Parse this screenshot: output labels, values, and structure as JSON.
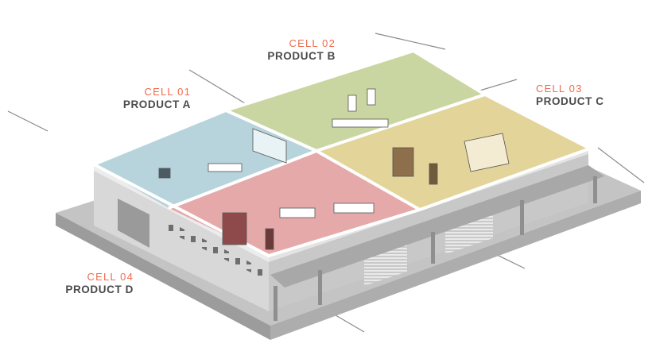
{
  "cells": [
    {
      "id": "cell-01",
      "cell_label": "CELL 01",
      "product_label": "PRODUCT A",
      "color": "#b7d3db"
    },
    {
      "id": "cell-02",
      "cell_label": "CELL 02",
      "product_label": "PRODUCT B",
      "color": "#c9d6a1"
    },
    {
      "id": "cell-03",
      "cell_label": "CELL 03",
      "product_label": "PRODUCT C",
      "color": "#e3d49a"
    },
    {
      "id": "cell-04",
      "cell_label": "CELL 04",
      "product_label": "PRODUCT D",
      "color": "#e6a9a9"
    }
  ],
  "colors": {
    "label_accent": "#ee6b4d",
    "label_text": "#4a4a4a",
    "building_wall": "#d7d7d7",
    "building_wall_dark": "#b9b9b9",
    "ground": "#c4c4c4"
  }
}
